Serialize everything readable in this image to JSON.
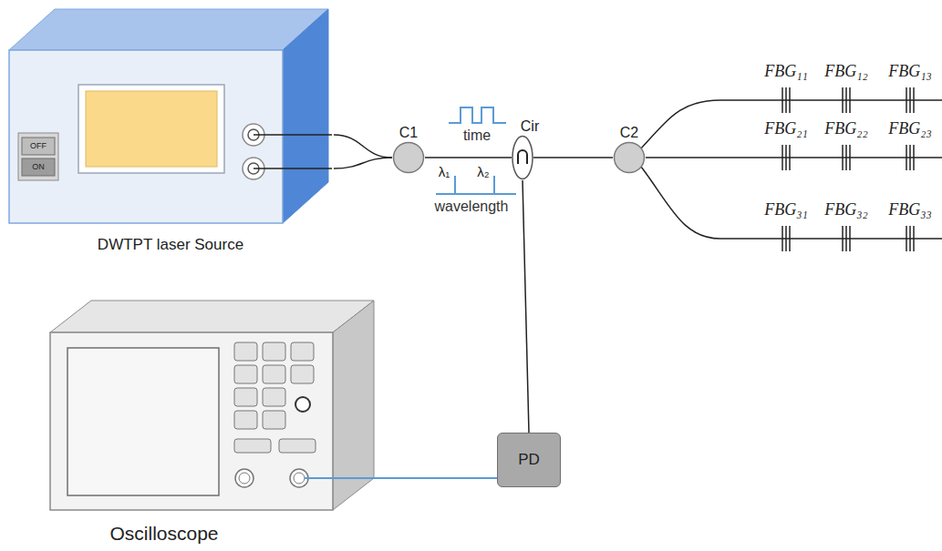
{
  "diagram": {
    "nodes": [
      {
        "text": [
          "DWTPT laser Source"
        ]
      },
      {
        "text": [
          "C1"
        ]
      },
      {
        "text": [
          "Cir"
        ]
      },
      {
        "text": [
          "C2"
        ]
      },
      {
        "text": [
          "PD"
        ]
      },
      {
        "text": [
          "Oscilloscope"
        ]
      }
    ],
    "edges": [
      {
        "from": 0,
        "to": 1,
        "arrow": "none"
      },
      {
        "from": 0,
        "to": 1,
        "arrow": "none"
      },
      {
        "from": 1,
        "to": 2,
        "arrow": "none"
      },
      {
        "from": 2,
        "to": 3,
        "arrow": "none"
      },
      {
        "from": 2,
        "to": 4,
        "arrow": "none"
      },
      {
        "from": 4,
        "to": 5,
        "arrow": "none"
      }
    ],
    "labels": [
      "OFF",
      "ON",
      "time",
      "λ₁",
      "λ₂",
      "wavelength",
      "FBG₁₁",
      "FBG₁₂",
      "FBG₁₃",
      "FBG₂₁",
      "FBG₂₂",
      "FBG₂₃",
      "FBG₃₁",
      "FBG₃₂",
      "FBG₃₃"
    ]
  }
}
